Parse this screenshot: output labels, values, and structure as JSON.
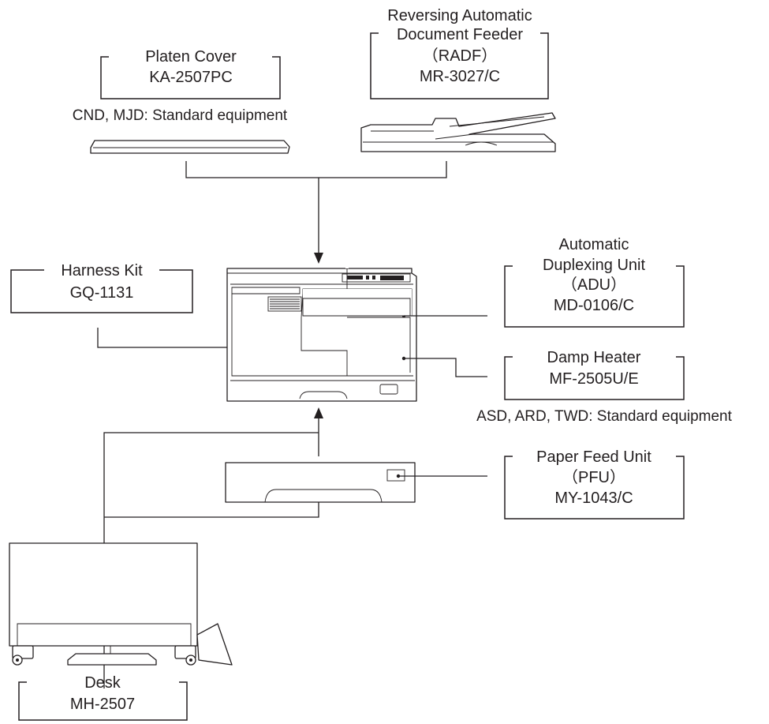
{
  "options": {
    "platen_cover": {
      "name": "Platen Cover",
      "model": "KA-2507PC",
      "note": "CND, MJD: Standard equipment"
    },
    "radf": {
      "name_line1": "Reversing Automatic",
      "name_line2": "Document Feeder",
      "abbr": "（RADF）",
      "model": "MR-3027/C"
    },
    "harness_kit": {
      "name": "Harness Kit",
      "model": "GQ-1131"
    },
    "adu": {
      "name_line1": "Automatic",
      "name_line2": "Duplexing Unit",
      "abbr": "（ADU）",
      "model": "MD-0106/C"
    },
    "damp_heater": {
      "name": "Damp Heater",
      "model": "MF-2505U/E",
      "note": "ASD, ARD, TWD: Standard equipment"
    },
    "pfu": {
      "name": "Paper Feed Unit",
      "abbr": "（PFU）",
      "model": "MY-1043/C"
    },
    "desk": {
      "name": "Desk",
      "model": "MH-2507"
    }
  }
}
